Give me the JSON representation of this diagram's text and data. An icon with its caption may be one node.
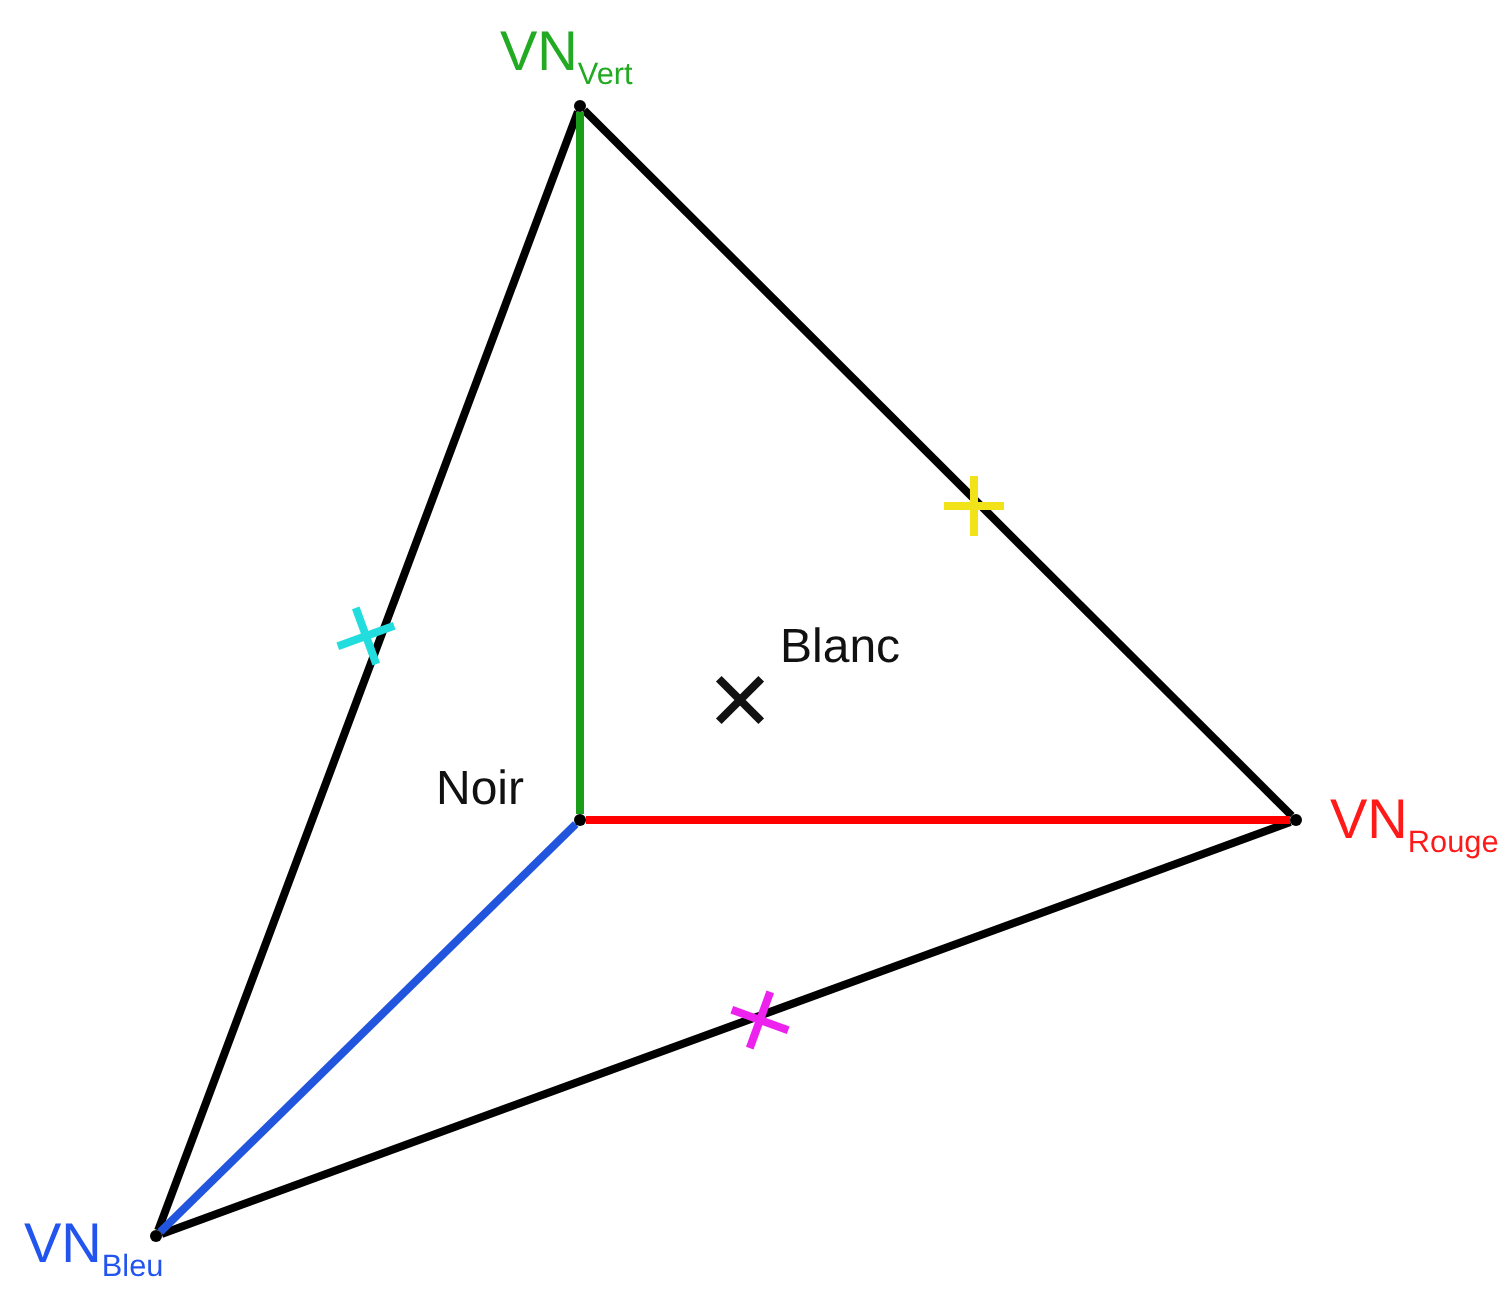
{
  "diagram": {
    "nodes": [
      {
        "text": [],
        "shape": "dot",
        "beside": [
          "VN$_{Vert}$"
        ]
      },
      {
        "text": [],
        "shape": "dot",
        "beside": [
          "VN$_{Rouge}$"
        ]
      },
      {
        "text": [],
        "shape": "dot",
        "beside": [
          "VN$_{Bleu}$"
        ]
      },
      {
        "text": [],
        "shape": "dot",
        "beside": [
          "Noir"
        ]
      }
    ],
    "edges": [
      {
        "from": 0,
        "to": 1,
        "arrow": "none"
      },
      {
        "from": 0,
        "to": 2,
        "arrow": "none"
      },
      {
        "from": 2,
        "to": 1,
        "arrow": "none"
      },
      {
        "from": 3,
        "to": 0,
        "arrow": "none",
        "color": "#1a9e1a"
      },
      {
        "from": 3,
        "to": 1,
        "arrow": "none",
        "color": "#ff0000"
      },
      {
        "from": 3,
        "to": 2,
        "arrow": "none",
        "color": "#2255dd"
      }
    ],
    "labels": [
      "Blanc"
    ]
  }
}
